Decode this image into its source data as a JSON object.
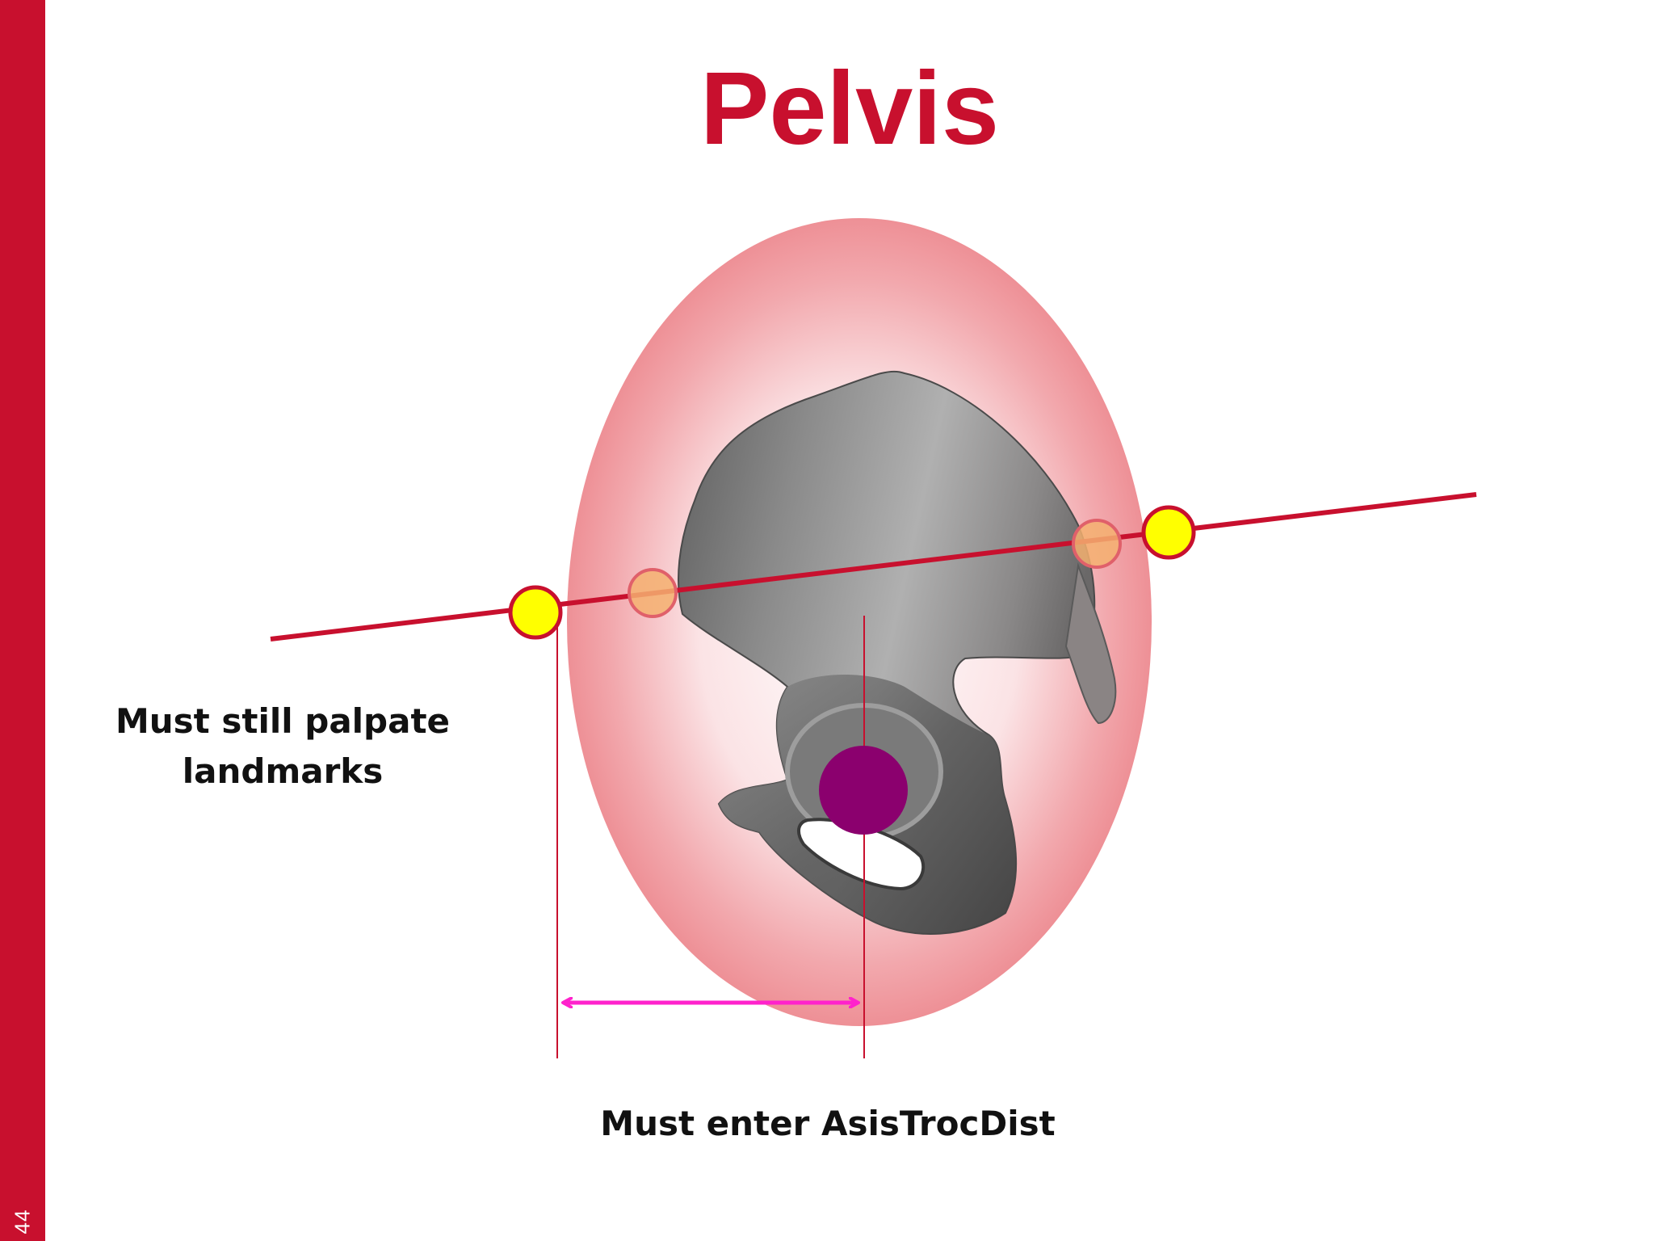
{
  "slide": {
    "number": "44",
    "title": "Pelvis",
    "accent_color": "#c8102e"
  },
  "diagram": {
    "illustration": "pelvis-bone",
    "landmark_marker_color": "#ffff00",
    "hip_joint_color": "#8b006e",
    "measurement_arrow_color": "#ff22cc"
  },
  "captions": {
    "landmarks": "Must still palpate landmarks",
    "distance": "Must enter AsisTrocDist"
  }
}
